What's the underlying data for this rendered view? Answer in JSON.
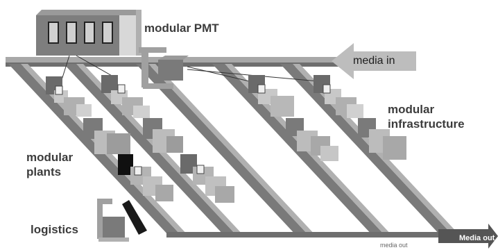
{
  "labels": {
    "modular_pmt": "modular PMT",
    "media_in": "media in",
    "modular_infrastructure_line1": "modular",
    "modular_infrastructure_line2": "infrastructure",
    "modular_plants_line1": "modular",
    "modular_plants_line2": "plants",
    "logistics": "logistics",
    "media_out_arrow": "Media out",
    "media_out_caption": "media out"
  },
  "colors": {
    "rail_light": "#b4b4b4",
    "rail_dark": "#6e6e6e",
    "module_light": "#c8c8c8",
    "module_mid": "#9a9a9a",
    "module_dark": "#5a5a5a",
    "highlight_module": "#101010",
    "arrow_in": "#bdbdbd",
    "arrow_out": "#555555"
  }
}
